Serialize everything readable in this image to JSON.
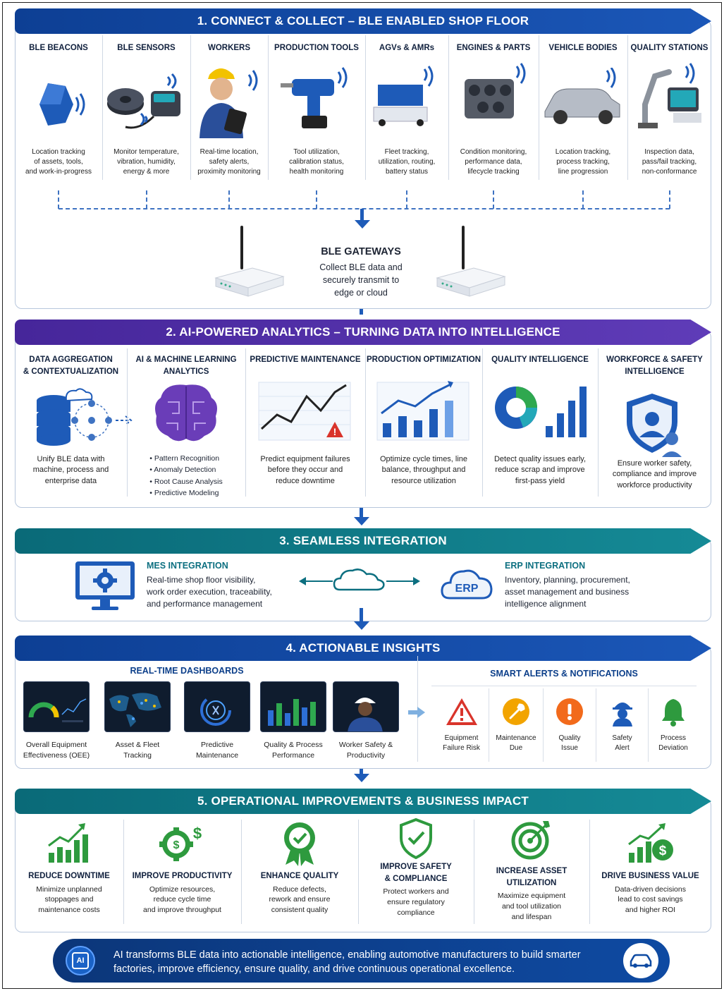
{
  "s1": {
    "title": "1. CONNECT & COLLECT – BLE ENABLED SHOP FLOOR",
    "items": [
      {
        "t": "BLE BEACONS",
        "d": [
          "Location tracking",
          "of assets, tools,",
          "and work-in-progress"
        ]
      },
      {
        "t": "BLE SENSORS",
        "d": [
          "Monitor temperature,",
          "vibration, humidity,",
          "energy & more"
        ]
      },
      {
        "t": "WORKERS",
        "d": [
          "Real-time location,",
          "safety alerts,",
          "proximity monitoring"
        ]
      },
      {
        "t": "PRODUCTION TOOLS",
        "d": [
          "Tool utilization,",
          "calibration status,",
          "health monitoring"
        ]
      },
      {
        "t": "AGVs & AMRs",
        "d": [
          "Fleet tracking,",
          "utilization, routing,",
          "battery status"
        ]
      },
      {
        "t": "ENGINES & PARTS",
        "d": [
          "Condition monitoring,",
          "performance data,",
          "lifecycle tracking"
        ]
      },
      {
        "t": "VEHICLE BODIES",
        "d": [
          "Location tracking,",
          "process tracking,",
          "line progression"
        ]
      },
      {
        "t": "QUALITY STATIONS",
        "d": [
          "Inspection data,",
          "pass/fail tracking,",
          "non-conformance"
        ]
      }
    ],
    "gateway": {
      "title": "BLE GATEWAYS",
      "d": [
        "Collect BLE data and",
        "securely transmit to",
        "edge or cloud"
      ]
    }
  },
  "s2": {
    "title": "2. AI-POWERED ANALYTICS – TURNING DATA INTO INTELLIGENCE",
    "items": [
      {
        "t": [
          "DATA AGGREGATION",
          "& CONTEXTUALIZATION"
        ],
        "d": [
          "Unify BLE data with",
          "machine, process and",
          "enterprise data"
        ]
      },
      {
        "t": [
          "AI & MACHINE LEARNING",
          "ANALYTICS"
        ],
        "bullets": [
          "Pattern Recognition",
          "Anomaly Detection",
          "Root Cause Analysis",
          "Predictive Modeling"
        ]
      },
      {
        "t": [
          "PREDICTIVE MAINTENANCE"
        ],
        "d": [
          "Predict equipment failures",
          "before they occur and",
          "reduce downtime"
        ]
      },
      {
        "t": [
          "PRODUCTION OPTIMIZATION"
        ],
        "d": [
          "Optimize cycle times, line",
          "balance, throughput and",
          "resource utilization"
        ]
      },
      {
        "t": [
          "QUALITY INTELLIGENCE"
        ],
        "d": [
          "Detect quality issues early,",
          "reduce scrap and improve",
          "first-pass yield"
        ]
      },
      {
        "t": [
          "WORKFORCE & SAFETY",
          "INTELLIGENCE"
        ],
        "d": [
          "Ensure worker safety,",
          "compliance and improve",
          "workforce productivity"
        ]
      }
    ]
  },
  "s3": {
    "title": "3. SEAMLESS INTEGRATION",
    "mes": {
      "t": "MES INTEGRATION",
      "d": [
        "Real-time shop floor visibility,",
        "work order execution, traceability,",
        "and performance management"
      ]
    },
    "erp": {
      "t": "ERP INTEGRATION",
      "badge": "ERP",
      "d": [
        "Inventory, planning, procurement,",
        "asset management and business",
        "intelligence alignment"
      ]
    }
  },
  "s4": {
    "title": "4. ACTIONABLE INSIGHTS",
    "dash_title": "REAL-TIME DASHBOARDS",
    "dashboards": [
      {
        "l": [
          "Overall Equipment",
          "Effectiveness (OEE)"
        ]
      },
      {
        "l": [
          "Asset & Fleet",
          "Tracking"
        ]
      },
      {
        "l": [
          "Predictive",
          "Maintenance"
        ]
      },
      {
        "l": [
          "Quality & Process",
          "Performance"
        ]
      },
      {
        "l": [
          "Worker Safety &",
          "Productivity"
        ]
      }
    ],
    "alerts_title": "SMART ALERTS & NOTIFICATIONS",
    "alerts": [
      {
        "l": [
          "Equipment",
          "Failure Risk"
        ]
      },
      {
        "l": [
          "Maintenance",
          "Due"
        ]
      },
      {
        "l": [
          "Quality",
          "Issue"
        ]
      },
      {
        "l": [
          "Safety",
          "Alert"
        ]
      },
      {
        "l": [
          "Process",
          "Deviation"
        ]
      }
    ]
  },
  "s5": {
    "title": "5. OPERATIONAL IMPROVEMENTS & BUSINESS IMPACT",
    "items": [
      {
        "t": [
          "REDUCE DOWNTIME"
        ],
        "d": [
          "Minimize unplanned",
          "stoppages and",
          "maintenance costs"
        ]
      },
      {
        "t": [
          "IMPROVE PRODUCTIVITY"
        ],
        "d": [
          "Optimize resources,",
          "reduce cycle time",
          "and improve throughput"
        ]
      },
      {
        "t": [
          "ENHANCE QUALITY"
        ],
        "d": [
          "Reduce defects,",
          "rework and ensure",
          "consistent quality"
        ]
      },
      {
        "t": [
          "IMPROVE SAFETY",
          "& COMPLIANCE"
        ],
        "d": [
          "Protect workers and",
          "ensure regulatory",
          "compliance"
        ]
      },
      {
        "t": [
          "INCREASE ASSET",
          "UTILIZATION"
        ],
        "d": [
          "Maximize equipment",
          "and tool utilization",
          "and lifespan"
        ]
      },
      {
        "t": [
          "DRIVE BUSINESS VALUE"
        ],
        "d": [
          "Data-driven decisions",
          "lead to cost savings",
          "and higher ROI"
        ]
      }
    ]
  },
  "footer": {
    "badge": "AI",
    "l1": "AI transforms BLE data into actionable intelligence, enabling automotive manufacturers to build smarter",
    "l2": "factories, improve efficiency, ensure quality, and drive continuous operational excellence."
  },
  "colors": {
    "blue": "#1b57b8",
    "purple": "#5f3cb8",
    "teal": "#158a96",
    "green": "#2e9a3e"
  }
}
